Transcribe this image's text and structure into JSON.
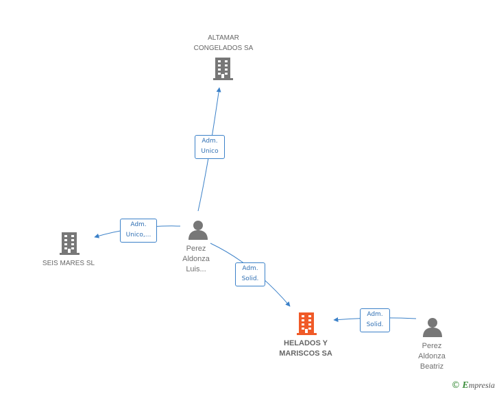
{
  "colors": {
    "edge": "#3a80c8",
    "company_icon": "#777777",
    "main_company_icon": "#f05a28",
    "person_icon": "#777777"
  },
  "nodes": {
    "altamar": {
      "label": "ALTAMAR\nCONGELADOS SA",
      "icon": "building-icon"
    },
    "seis_mares": {
      "label": "SEIS MARES SL",
      "icon": "building-icon"
    },
    "helados": {
      "label": "HELADOS Y\nMARISCOS SA",
      "icon": "building-icon"
    },
    "perez_luis": {
      "label": "Perez\nAldonza\nLuis...",
      "icon": "person-icon"
    },
    "perez_beatriz": {
      "label": "Perez\nAldonza\nBeatriz",
      "icon": "person-icon"
    }
  },
  "edges": {
    "luis_to_altamar": {
      "line1": "Adm.",
      "line2": "Unico"
    },
    "luis_to_seis": {
      "line1": "Adm.",
      "line2": "Unico,..."
    },
    "luis_to_helados": {
      "line1": "Adm.",
      "line2": "Solid."
    },
    "beatriz_to_helados": {
      "line1": "Adm.",
      "line2": "Solid."
    }
  },
  "footer": {
    "copyright_symbol": "©",
    "brand_initial": "E",
    "brand_rest": "mpresia"
  }
}
